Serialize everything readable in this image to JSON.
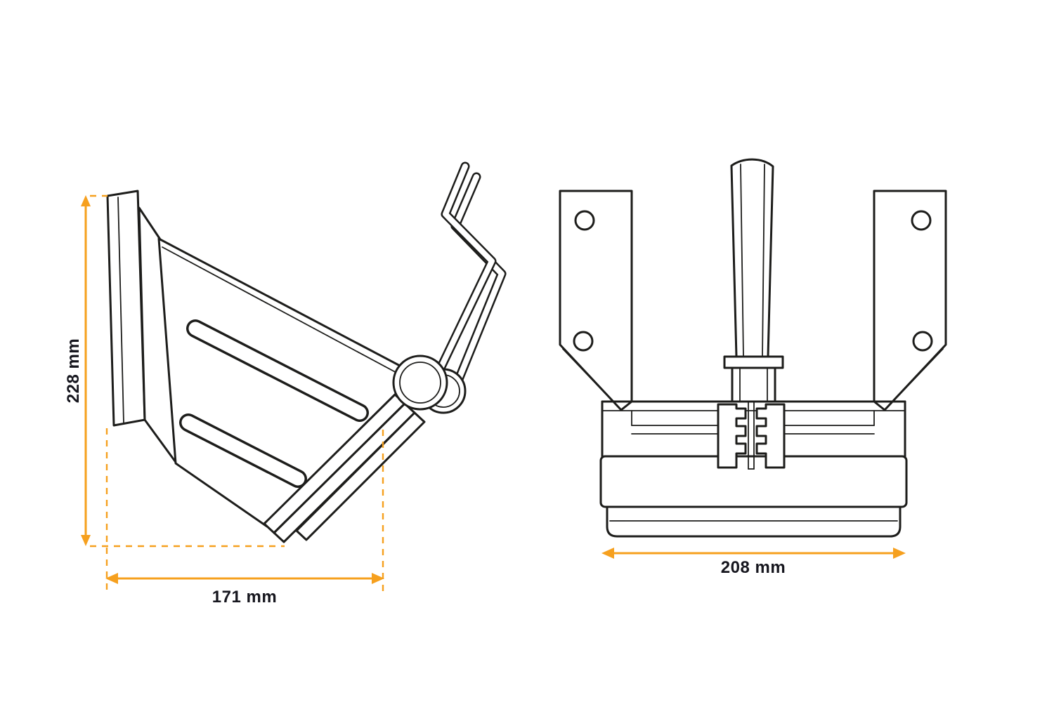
{
  "drawing": {
    "colors": {
      "line": "#1d1d1b",
      "dimension": "#f6a01e",
      "label": "#16161e",
      "background": "#ffffff"
    },
    "dimensions": {
      "height": {
        "label": "228 mm",
        "value": 228,
        "unit": "mm",
        "orientation": "vertical"
      },
      "depth": {
        "label": "171 mm",
        "value": 171,
        "unit": "mm",
        "orientation": "horizontal"
      },
      "width": {
        "label": "208 mm",
        "value": 208,
        "unit": "mm",
        "orientation": "horizontal"
      }
    }
  }
}
